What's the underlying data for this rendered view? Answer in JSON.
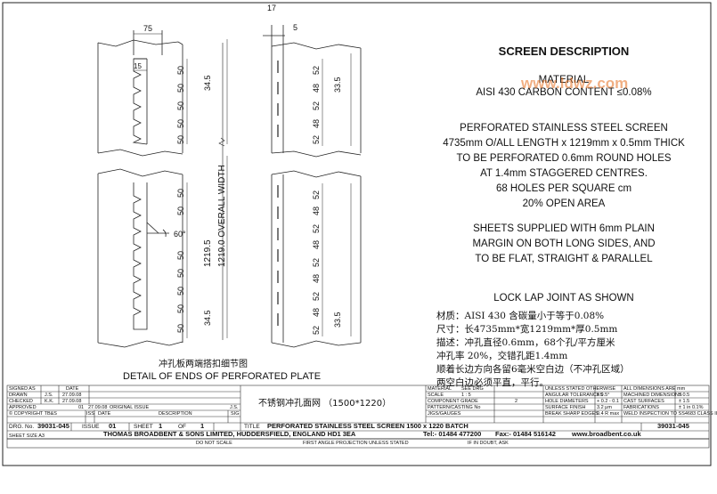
{
  "drawing": {
    "dim_top_left_75": "75",
    "dim_top_left_15": "15",
    "dim_top_mid_17": "17",
    "dim_top_mid_5": "5",
    "left_top_dims": [
      "50",
      "50",
      "50",
      "50",
      "50"
    ],
    "left_top_pitch": "34.5",
    "left_bottom_dims": [
      "50",
      "50",
      "50",
      "50",
      "50",
      "50",
      "50"
    ],
    "left_bottom_pitch": "34.5",
    "angle_label": "60°",
    "overall_width_1": "1219.5",
    "overall_width_2": "1219.0 OVERALL WIDTH",
    "right_top_dims": [
      "52",
      "48",
      "52",
      "48",
      "52"
    ],
    "right_top_pitch": "33.5",
    "right_bottom_dims": [
      "52",
      "48",
      "52",
      "48",
      "52",
      "48",
      "52",
      "48",
      "52"
    ],
    "right_bottom_pitch": "33.5",
    "caption_cn": "冲孔板两端搭扣细节图",
    "caption_en": "DETAIL OF ENDS OF PERFORATED PLATE"
  },
  "description": {
    "title": "SCREEN DESCRIPTION",
    "material_label": "MATERIAL",
    "material_value": "AISI 430 CARBON CONTENT ≤0.08%",
    "watermark": "www.ldwz.com",
    "lines_1": [
      "PERFORATED STAINLESS STEEL SCREEN",
      "4735mm O/ALL LENGTH x 1219mm x 0.5mm THICK",
      "TO BE PERFORATED 0.6mm ROUND HOLES",
      "AT 1.4mm STAGGERED CENTRES.",
      "68 HOLES PER SQUARE cm",
      "20% OPEN AREA"
    ],
    "lines_2": [
      "SHEETS SUPPLIED WITH 6mm PLAIN",
      "MARGIN ON BOTH LONG SIDES, AND",
      "TO BE FLAT, STRAIGHT & PARALLEL"
    ],
    "lock_lap": "LOCK LAP JOINT AS SHOWN",
    "cn_lines": [
      "材质：AISI 430  含碳量小于等于0.08%",
      "尺寸：长4735mm*宽1219mm*厚0.5mm",
      "描述：冲孔直径0.6mm，68个孔/平方厘米",
      "冲孔率 20%，交错孔距1.4mm",
      "顺着长边方向各留6毫米空白边（不冲孔区域）",
      "两空白边必须平直，平行。"
    ]
  },
  "titleblock": {
    "signed_as": "SIGNED AS",
    "date": "DATE",
    "drawn": "DRAWN",
    "drawn_by": "J.S.",
    "drawn_date": "27.09.08",
    "checked": "CHECKED",
    "checked_by": "K.K.",
    "checked_date": "27.09.08",
    "approved": "APPROVED",
    "rev_no": "01",
    "rev_date": "27.09.08",
    "rev_desc": "ORIGINAL ISSUE",
    "rev_sig": "J.S.",
    "copyright": "© COPYRIGHT TB&S",
    "iss": "ISS",
    "date2": "DATE",
    "description": "DESCRIPTION",
    "sig": "SIG",
    "drg_no_label": "DRG. No.",
    "drg_no": "39031-045",
    "issue_label": "ISSUE",
    "issue": "01",
    "sheet_label": "SHEET",
    "sheet_no": "1",
    "of_label": "OF",
    "sheet_total": "1",
    "title_label": "TITLE",
    "title": "PERFORATED STAINLESS STEEL SCREEN 1500 x 1220 BATCH",
    "title_cn": "不锈钢冲孔面网   （1500*1220）",
    "drg_no_right": "39031-045",
    "company": "THOMAS BROADBENT & SONS LIMITED, HUDDERSFIELD, ENGLAND  HD1 3EA",
    "tel": "Tel:- 01484 477200",
    "fax": "Fax:- 01484 516142",
    "web": "www.broadbent.co.uk",
    "sheet_size": "SHEET SIZE A3",
    "do_not_scale": "DO NOT SCALE",
    "projection": "FIRST ANGLE PROJECTION UNLESS STATED",
    "if_in_doubt": "IF IN DOUBT, ASK",
    "material_l": "MATERIAL",
    "material_v": "SEE DRG",
    "scale_l": "SCALE",
    "scale_v": "1 : 5",
    "comp_grade_l": "COMPONENT GRADE",
    "comp_grade_v": "2",
    "pattern_l": "PATTERN/CASTING No",
    "jigs_l": "JIGS/GAUGES",
    "unless": "UNLESS STATED OTHERWISE",
    "ang_tol": "ANGULAR TOLERANCES",
    "ang_tol_v": "± 0.5°",
    "hole_dia": "HOLE DIAMETERS",
    "hole_dia_v": "+ 0.2  - 0.1",
    "surface": "SURFACE FINISH",
    "surface_v": "3.2 μm",
    "break_edges": "BREAK SHARP EDGES",
    "break_edges_v": "0.4 R max",
    "all_dims": "ALL DIMENSIONS ARE mm",
    "machined": "MACHINED DIMENSIONS",
    "machined_v": "± 0.5",
    "cast": "CAST SURFACES",
    "cast_v": "± 1.5",
    "fab": "FABRICATIONS",
    "fab_v": "± 1 in 0.1%",
    "weld": "WELD INSPECTION TO SS4683 CLASS II"
  }
}
